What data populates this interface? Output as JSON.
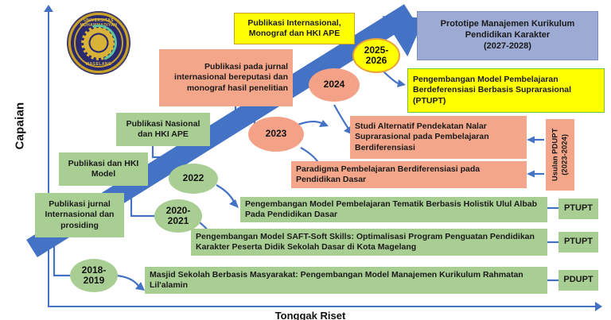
{
  "axes": {
    "y_label": "Capaian",
    "x_label": "Tonggak Riset"
  },
  "logo": {
    "name": "universitas-muhammadiyah-magelang-logo",
    "text_top": "UNIVERSITAS MUHAMMADIYAH",
    "text_bottom": "MAGELANG"
  },
  "milestones": [
    {
      "id": "m-2018-2019",
      "label": "2018-\n2019",
      "line1": "2018-",
      "line2": "2019",
      "color": "green"
    },
    {
      "id": "m-2020-2021",
      "label": "2020-\n2021",
      "line1": "2020-",
      "line2": "2021",
      "color": "green"
    },
    {
      "id": "m-2022",
      "label": "2022",
      "line1": "2022",
      "line2": "",
      "color": "green"
    },
    {
      "id": "m-2023",
      "label": "2023",
      "line1": "2023",
      "line2": "",
      "color": "salmon"
    },
    {
      "id": "m-2024",
      "label": "2024",
      "line1": "2024",
      "line2": "",
      "color": "salmon"
    },
    {
      "id": "m-2025-2026",
      "label": "2025-\n2026",
      "line1": "2025-",
      "line2": "2026",
      "color": "yellow"
    }
  ],
  "outcomes": [
    {
      "id": "o-1",
      "text": "Publikasi jurnal Internasional dan prosiding",
      "color": "green"
    },
    {
      "id": "o-2",
      "text": "Publikasi dan HKI Model",
      "color": "green"
    },
    {
      "id": "o-3",
      "text": "Publikasi Nasional dan HKI APE",
      "color": "green"
    },
    {
      "id": "o-4",
      "text": "Publikasi pada jurnal internasional bereputasi dan monograf hasil penelitian",
      "color": "salmon"
    },
    {
      "id": "o-5",
      "text": "Publikasi Internasional, Monograf dan HKI APE",
      "color": "yellow"
    }
  ],
  "activities": [
    {
      "id": "a-1",
      "text": "Masjid Sekolah Berbasis Masyarakat: Pengembangan Model Manajemen Kurikulum Rahmatan Lil'alamin",
      "color": "green",
      "scheme": "PDUPT"
    },
    {
      "id": "a-2",
      "text": "Pengembangan Model SAFT-Soft Skills: Optimalisasi Program Penguatan Pendidikan Karakter Peserta Didik Sekolah Dasar di Kota Magelang",
      "color": "green",
      "scheme": "PTUPT"
    },
    {
      "id": "a-3",
      "text": "Pengembangan Model Pembelajaran Tematik Berbasis Holistik Ulul Albab Pada Pendidikan Dasar",
      "color": "green",
      "scheme": "PTUPT"
    },
    {
      "id": "a-4",
      "text": "Paradigma Pembelajaran Berdiferensiasi pada Pendidikan Dasar",
      "color": "salmon",
      "scheme": ""
    },
    {
      "id": "a-5",
      "text": "Studi Alternatif Pendekatan Nalar Suprarasional pada Pembelajaran Berdiferensiasi",
      "color": "salmon",
      "scheme": ""
    },
    {
      "id": "a-6",
      "text": "Pengembangan Model Pembelajaran Berdeferensiasi Berbasis Suprarasional (PTUPT)",
      "color": "yellow",
      "scheme": ""
    }
  ],
  "side_label": {
    "line1": "Usulan PDUPT",
    "line2": "(2023-2024)"
  },
  "schemes": {
    "pdupt": "PDUPT",
    "ptupt_a": "PTUPT",
    "ptupt_b": "PTUPT"
  },
  "goal": {
    "line1": "Prototipe Manajemen Kurikulum",
    "line2": "Pendidikan Karakter",
    "line3": "(2027-2028)"
  },
  "colors": {
    "band": "#4472C4",
    "green": "#A9CE93",
    "salmon": "#F4A68A",
    "yellow": "#FFFF00",
    "blue": "#9DABD4",
    "connector": "#4472C4"
  }
}
